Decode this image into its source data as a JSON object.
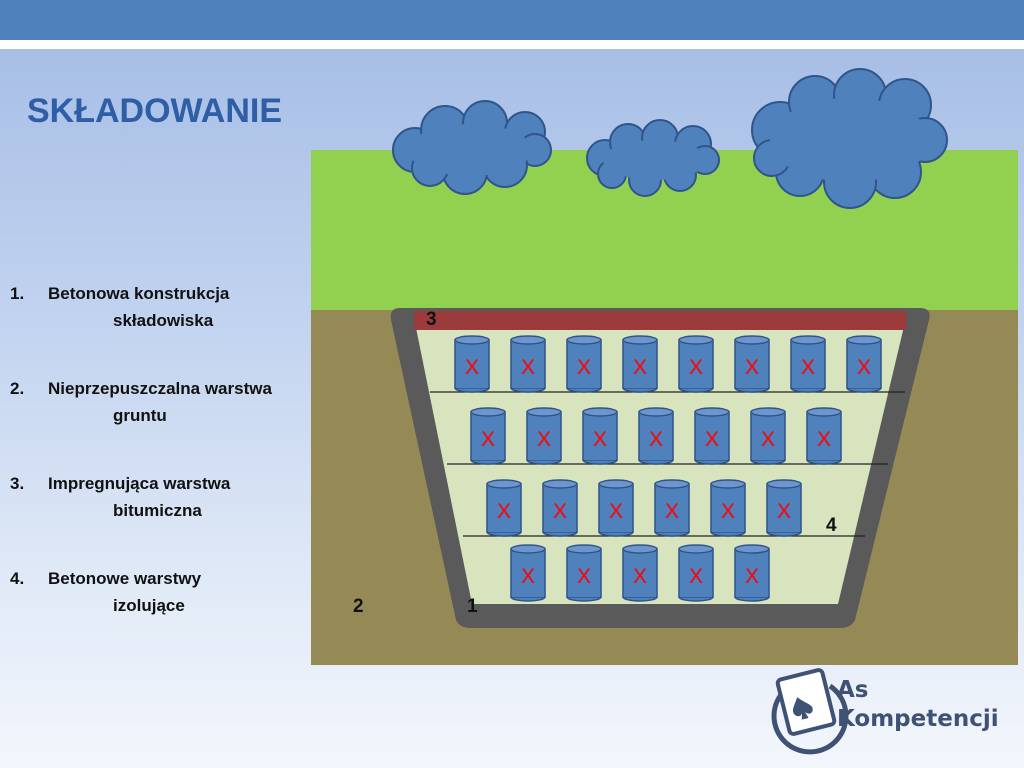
{
  "title": "SKŁADOWANIE",
  "legend": [
    {
      "num": "1.",
      "line1": "Betonowa konstrukcja",
      "line2": "składowiska"
    },
    {
      "num": "2.",
      "line1": "Nieprzepuszczalna warstwa",
      "line2": "gruntu"
    },
    {
      "num": "3.",
      "line1": "Impregnująca warstwa",
      "line2": "bitumiczna"
    },
    {
      "num": "4.",
      "line1": "Betonowe warstwy",
      "line2": "izolujące"
    }
  ],
  "diagram": {
    "labels": {
      "n1": "1",
      "n2": "2",
      "n3": "3",
      "n4": "4"
    },
    "barrel_mark": "X",
    "barrels_per_row": [
      8,
      7,
      6,
      5
    ]
  },
  "logo": {
    "line1": "As",
    "line2": "Kompetencji"
  },
  "colors": {
    "header": "#4f81bd",
    "title": "#2e5ea6",
    "grass": "#92d050",
    "soil": "#958a56",
    "concrete": "#5a5a5a",
    "fill": "#d7e4bd",
    "bitumen": "#9b3b3b",
    "barrel": "#4f81bd",
    "barrel_mark": "#ff0000",
    "cloud": "#4f81bd"
  }
}
